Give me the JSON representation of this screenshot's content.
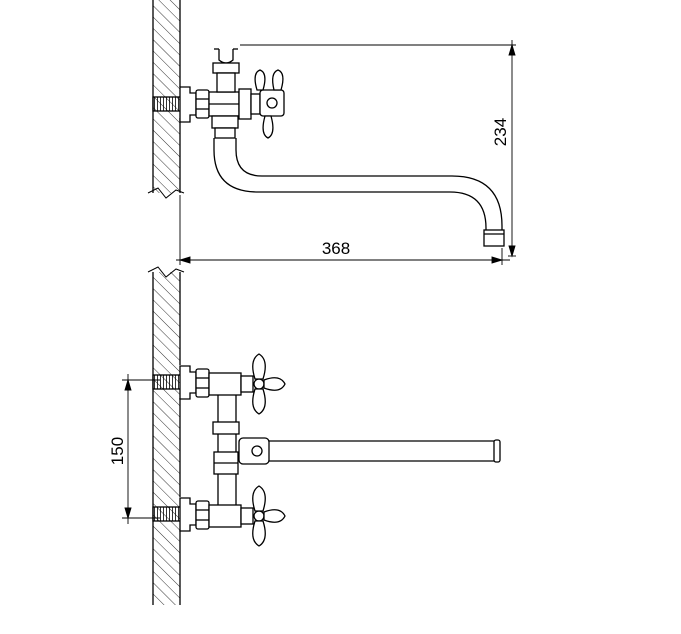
{
  "dimensions": {
    "width": "368",
    "height": "234",
    "center_distance": "150"
  },
  "colors": {
    "line": "#000000",
    "background": "#ffffff"
  }
}
